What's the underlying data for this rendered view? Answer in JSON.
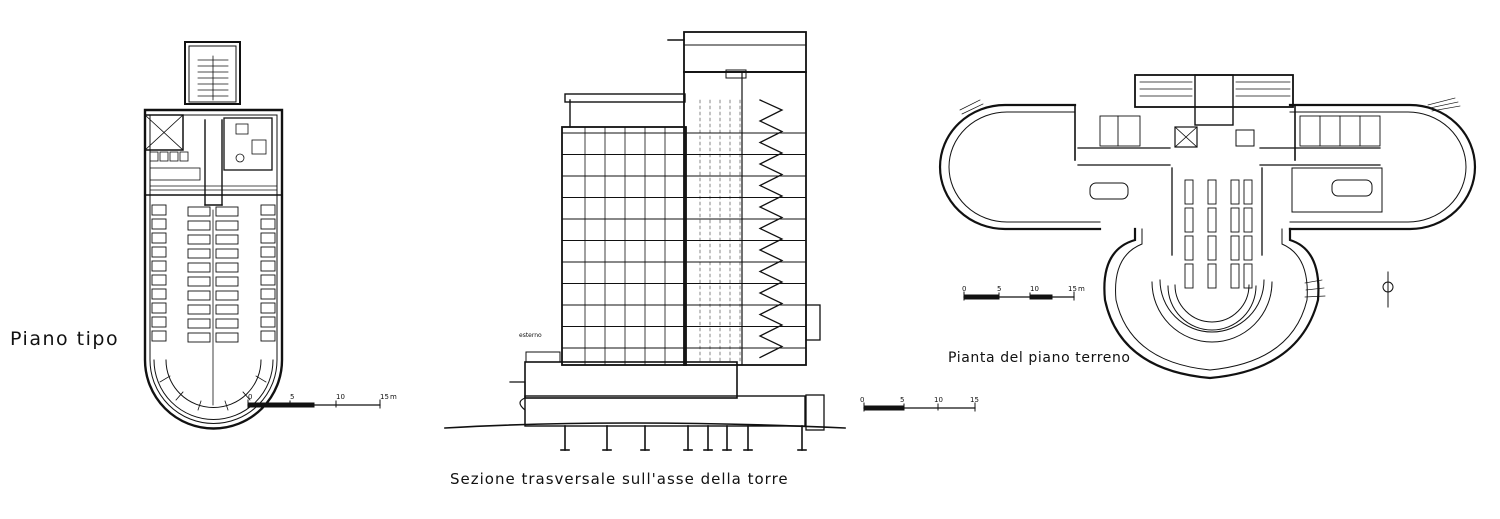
{
  "drawings": {
    "piano_tipo": {
      "caption": "Piano tipo",
      "scale": {
        "ticks": [
          "0",
          "5",
          "10",
          "15"
        ],
        "unit": "m"
      }
    },
    "sezione": {
      "caption": "Sezione trasversale sull'asse della torre",
      "annotation": "esterno",
      "scale": {
        "ticks": [
          "0",
          "5",
          "10",
          "15"
        ]
      }
    },
    "piano_terreno": {
      "caption": "Pianta del piano terreno",
      "scale": {
        "ticks": [
          "0",
          "5",
          "10",
          "15"
        ],
        "unit": "m"
      }
    }
  },
  "colors": {
    "ink": "#111111",
    "paper": "#ffffff"
  }
}
